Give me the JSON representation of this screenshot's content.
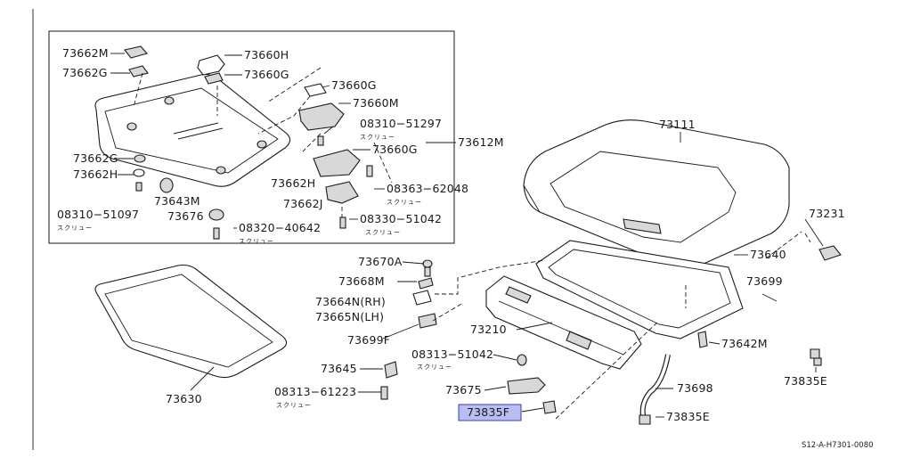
{
  "diagram_code": "S12-A-H7301-0080",
  "screw_note": "スクリュー",
  "highlighted": "73835F",
  "parts": [
    {
      "id": "p73662M",
      "label": "73662M"
    },
    {
      "id": "p73662G_a",
      "label": "73662G"
    },
    {
      "id": "p73660H",
      "label": "73660H"
    },
    {
      "id": "p73660G_a",
      "label": "73660G"
    },
    {
      "id": "p73660G_b",
      "label": "73660G"
    },
    {
      "id": "p73660M",
      "label": "73660M"
    },
    {
      "id": "p08310",
      "label": "08310−51297"
    },
    {
      "id": "p73660G_c",
      "label": "73660G"
    },
    {
      "id": "p73612M",
      "label": "73612M"
    },
    {
      "id": "p73662G_b",
      "label": "73662G"
    },
    {
      "id": "p73662H_a",
      "label": "73662H"
    },
    {
      "id": "p73643M",
      "label": "73643M"
    },
    {
      "id": "p73662H_b",
      "label": "73662H"
    },
    {
      "id": "p08363",
      "label": "08363−62048"
    },
    {
      "id": "p73662J",
      "label": "73662J"
    },
    {
      "id": "p08310b",
      "label": "08310−51097"
    },
    {
      "id": "p73676",
      "label": "73676"
    },
    {
      "id": "p08330",
      "label": "08330−51042"
    },
    {
      "id": "p08320",
      "label": "08320−40642"
    },
    {
      "id": "p73111",
      "label": "73111"
    },
    {
      "id": "p73231",
      "label": "73231"
    },
    {
      "id": "p73670A",
      "label": "73670A"
    },
    {
      "id": "p73640",
      "label": "73640"
    },
    {
      "id": "p73668M",
      "label": "73668M"
    },
    {
      "id": "p73699",
      "label": "73699"
    },
    {
      "id": "p73664N",
      "label": "73664N(RH)"
    },
    {
      "id": "p73665N",
      "label": "73665N(LH)"
    },
    {
      "id": "p73210",
      "label": "73210"
    },
    {
      "id": "p73642M",
      "label": "73642M"
    },
    {
      "id": "p73699F",
      "label": "73699F"
    },
    {
      "id": "p08313a",
      "label": "08313−51042"
    },
    {
      "id": "p73645",
      "label": "73645"
    },
    {
      "id": "p73835E_a",
      "label": "73835E"
    },
    {
      "id": "p73630",
      "label": "73630"
    },
    {
      "id": "p08313b",
      "label": "08313−61223"
    },
    {
      "id": "p73675",
      "label": "73675"
    },
    {
      "id": "p73698",
      "label": "73698"
    },
    {
      "id": "p73835F",
      "label": "73835F"
    },
    {
      "id": "p73835E_b",
      "label": "73835E"
    }
  ]
}
